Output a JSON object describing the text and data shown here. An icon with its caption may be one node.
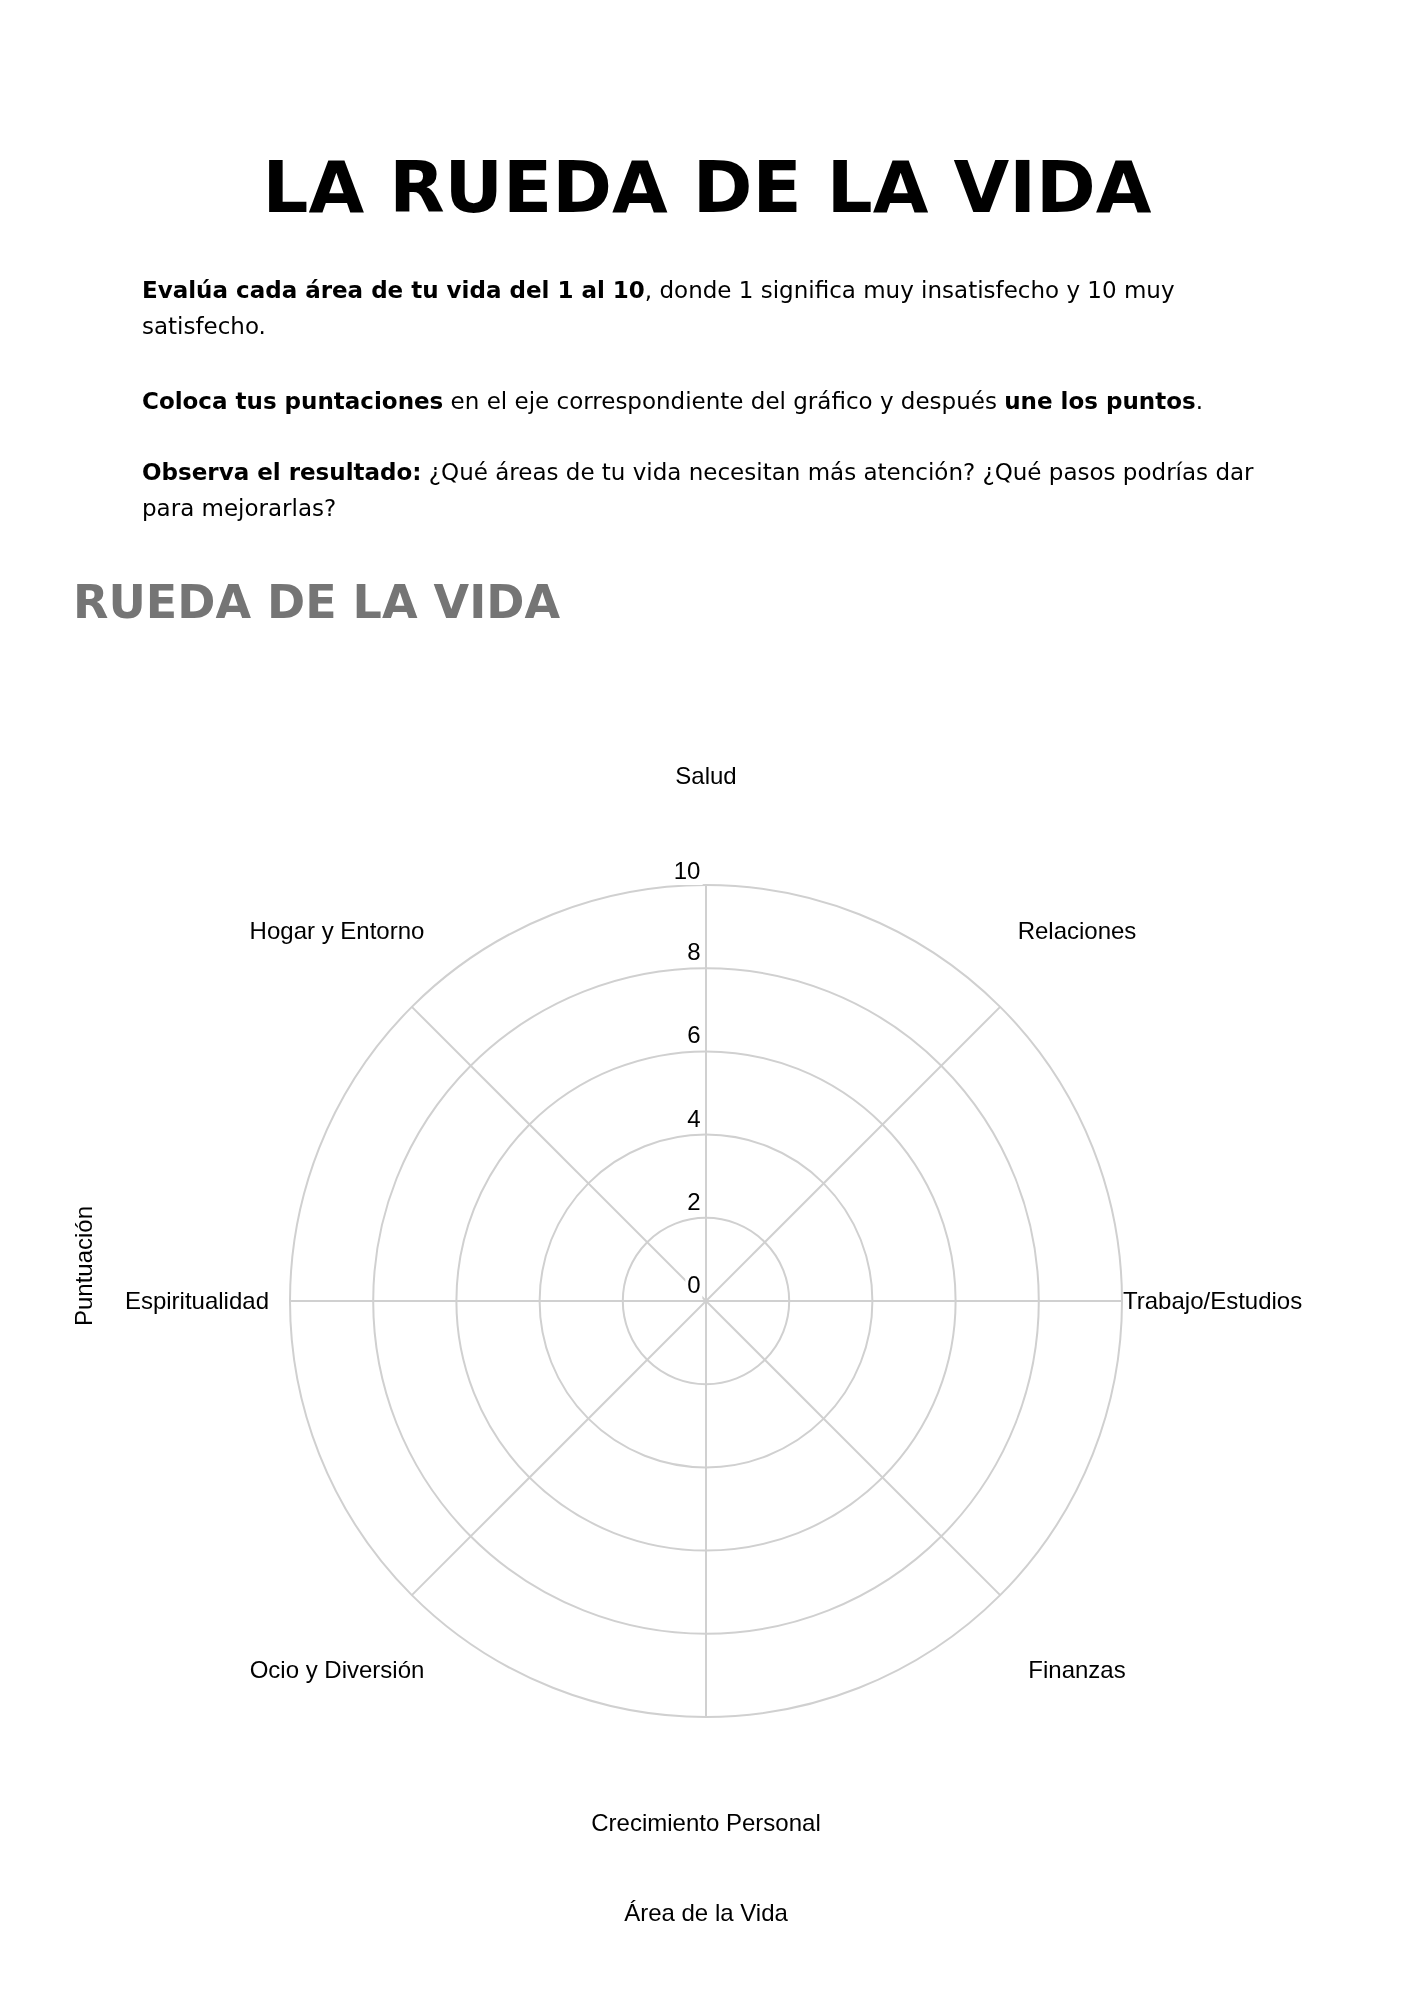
{
  "diagram": {
    "title": "LA RUEDA DE LA VIDA",
    "labels": [
      "**Evalúa cada área de tu vida del 1 al 10**, donde 1 significa muy insatisfecho y 10 muy satisfecho.",
      "**Coloca tus puntaciones** en el eje correspondiente del gráfico y después **une los puntos**.",
      "**Observa el resultado:** ¿Qué áreas de tu vida necesitan más atención? ¿Qué pasos podrías dar para mejorarlas?",
      "RUEDA DE LA VIDA",
      "Salud",
      "10",
      "Hogar y Entorno",
      "Relaciones",
      "8",
      "6",
      "4",
      "2",
      "0",
      "Puntuación",
      "Espiritualidad",
      "Trabajo/Estudios",
      "Ocio y Diversión",
      "Finanzas",
      "Crecimiento Personal",
      "Área de la Vida"
    ]
  }
}
